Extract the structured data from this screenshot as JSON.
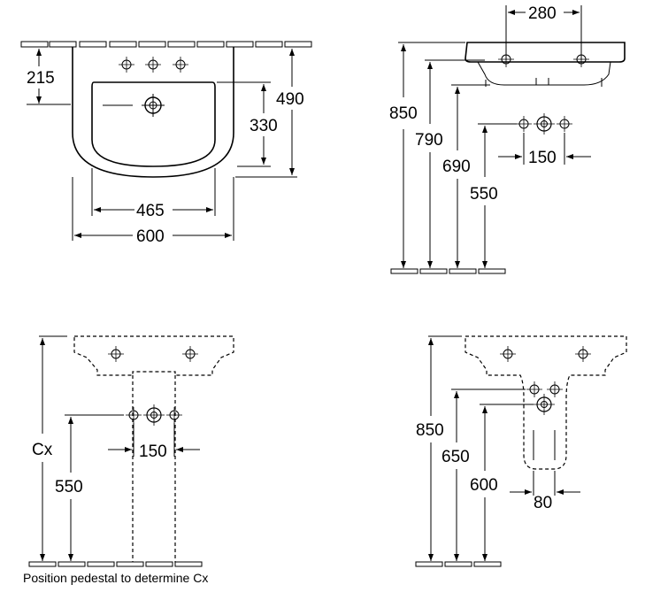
{
  "top_view": {
    "dim_wall_to_center": "215",
    "dim_total_depth": "490",
    "dim_bowl_depth": "330",
    "dim_bowl_width": "465",
    "dim_total_width": "600"
  },
  "side_view": {
    "dim_tap_spacing_top": "280",
    "dim_height_rim": "850",
    "dim_height_790": "790",
    "dim_height_690": "690",
    "dim_height_550": "550",
    "dim_tap_spacing": "150"
  },
  "pedestal_front_view": {
    "dim_cx": "Cx",
    "dim_height_550": "550",
    "dim_tap_spacing": "150",
    "note": "Position pedestal to determine Cx"
  },
  "pedestal_side_view": {
    "dim_height_850": "850",
    "dim_height_650": "650",
    "dim_height_600": "600",
    "dim_width_80": "80"
  }
}
